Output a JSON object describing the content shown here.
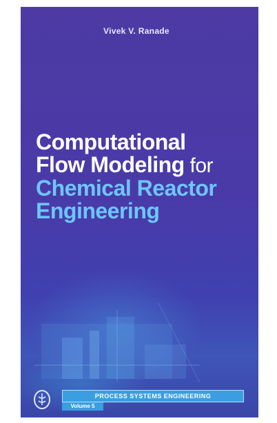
{
  "book": {
    "author": "Vivek V. Ranade",
    "title_line1": "Computational",
    "title_line2_main": "Flow Modeling",
    "title_line2_for": " for",
    "title_line3": "Chemical Reactor",
    "title_line4": "Engineering",
    "series": "PROCESS SYSTEMS ENGINEERING",
    "volume": "Volume 5",
    "logo_icon": "publisher-logo-icon",
    "colors": {
      "background": "#4a3aa8",
      "title_white": "#ffffff",
      "title_blue": "#6ec6ff",
      "series_bar": "#3a9ee0"
    }
  }
}
